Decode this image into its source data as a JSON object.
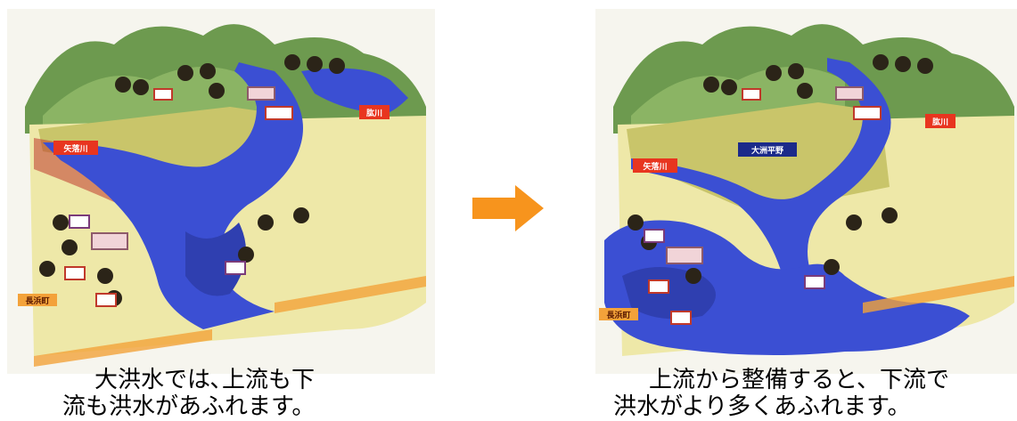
{
  "left_panel": {
    "labels": {
      "river_left": "矢落川",
      "river_right": "肱川",
      "town": "長浜町"
    },
    "caption": [
      "大洪水では､上流も下",
      "流も洪水があふれます。"
    ]
  },
  "right_panel": {
    "labels": {
      "river_left": "矢落川",
      "river_right": "肱川",
      "plain": "大洲平野",
      "town": "長浜町"
    },
    "caption": [
      "上流から整備すると、下流で",
      "洪水がより多くあふれます。"
    ]
  },
  "arrow": {
    "icon": "right-arrow-icon",
    "color": "#f7941d"
  },
  "colors": {
    "water": "#3b4fd3",
    "ground": "#eee8a8",
    "fields": "#c9c56a",
    "hills": "#6d9a4f",
    "label_bg": "#e8351f",
    "town_bg": "#f3a23a"
  }
}
